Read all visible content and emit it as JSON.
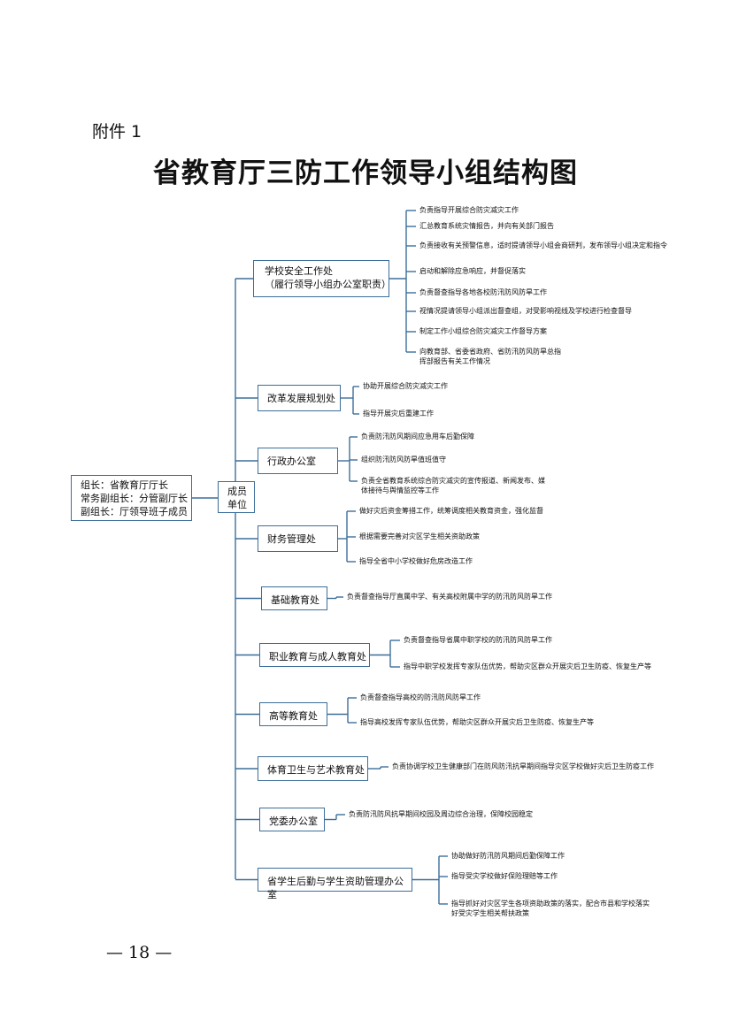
{
  "attachment_label": "附件 1",
  "title": "省教育厅三防工作领导小组结构图",
  "page_number": "— 18 —",
  "leader_box": [
    "组长：省教育厅厅长",
    "常务副组长：分管副厅长",
    "副组长：厅领导班子成员"
  ],
  "member_box": [
    "成员",
    "单位"
  ],
  "departments": [
    {
      "name": "学校安全工作处",
      "note": "（履行领导小组办公室职责）",
      "tasks": [
        "负责指导开展综合防灾减灾工作",
        "汇总教育系统灾情报告，并向有关部门报告",
        "负责接收有关预警信息，适时提请领导小组会商研判，发布领导小组决定和指令",
        "启动和解除应急响应，并督促落实",
        "负责督查指导各地各校防汛防风防旱工作",
        "视情况提请领导小组派出督查组，对受影响视线及学校进行检查督导",
        "制定工作小组综合防灾减灾工作督导方案",
        "向教育部、省委省政府、省防汛防风防旱总指挥部报告有关工作情况"
      ]
    },
    {
      "name": "改革发展规划处",
      "tasks": [
        "协助开展综合防灾减灾工作",
        "指导开展灾后重建工作"
      ]
    },
    {
      "name": "行政办公室",
      "tasks": [
        "负责防汛防风期间应急用车后勤保障",
        "组织防汛防风防旱值班值守",
        "负责全省教育系统综合防灾减灾的宣传报道、新闻发布、媒体接待与舆情监控等工作"
      ]
    },
    {
      "name": "财务管理处",
      "tasks": [
        "做好灾后资金筹措工作，统筹调度相关教育资金，强化监督",
        "根据需要完善对灾区学生相关资助政策",
        "指导全省中小学校做好危房改造工作"
      ]
    },
    {
      "name": "基础教育处",
      "tasks": [
        "负责督查指导厅直属中学、有关高校附属中学的防汛防风防旱工作"
      ]
    },
    {
      "name": "职业教育与成人教育处",
      "tasks": [
        "负责督查指导省属中职学校的防汛防风防旱工作",
        "指导中职学校发挥专家队伍优势，帮助灾区群众开展灾后卫生防疫、恢复生产等"
      ]
    },
    {
      "name": "高等教育处",
      "tasks": [
        "负责督查指导高校的防汛防风防旱工作",
        "指导高校发挥专家队伍优势，帮助灾区群众开展灾后卫生防疫、恢复生产等"
      ]
    },
    {
      "name": "体育卫生与艺术教育处",
      "tasks": [
        "负责协调学校卫生健康部门在防风防汛抗旱期间指导灾区学校做好灾后卫生防疫工作"
      ]
    },
    {
      "name": "党委办公室",
      "tasks": [
        "负责防汛防风抗旱期间校园及周边综合治理，保障校园稳定"
      ]
    },
    {
      "name": "省学生后勤与学生资助管理办公室",
      "tasks": [
        "协助做好防汛防风期间后勤保障工作",
        "指导受灾学校做好保险理赔等工作",
        "指导抓好对灾区学生各项资助政策的落实，配合市县和学校落实好受灾学生相关帮扶政策"
      ]
    }
  ],
  "colors": {
    "line": "#3d6e9a",
    "text": "#111111"
  }
}
